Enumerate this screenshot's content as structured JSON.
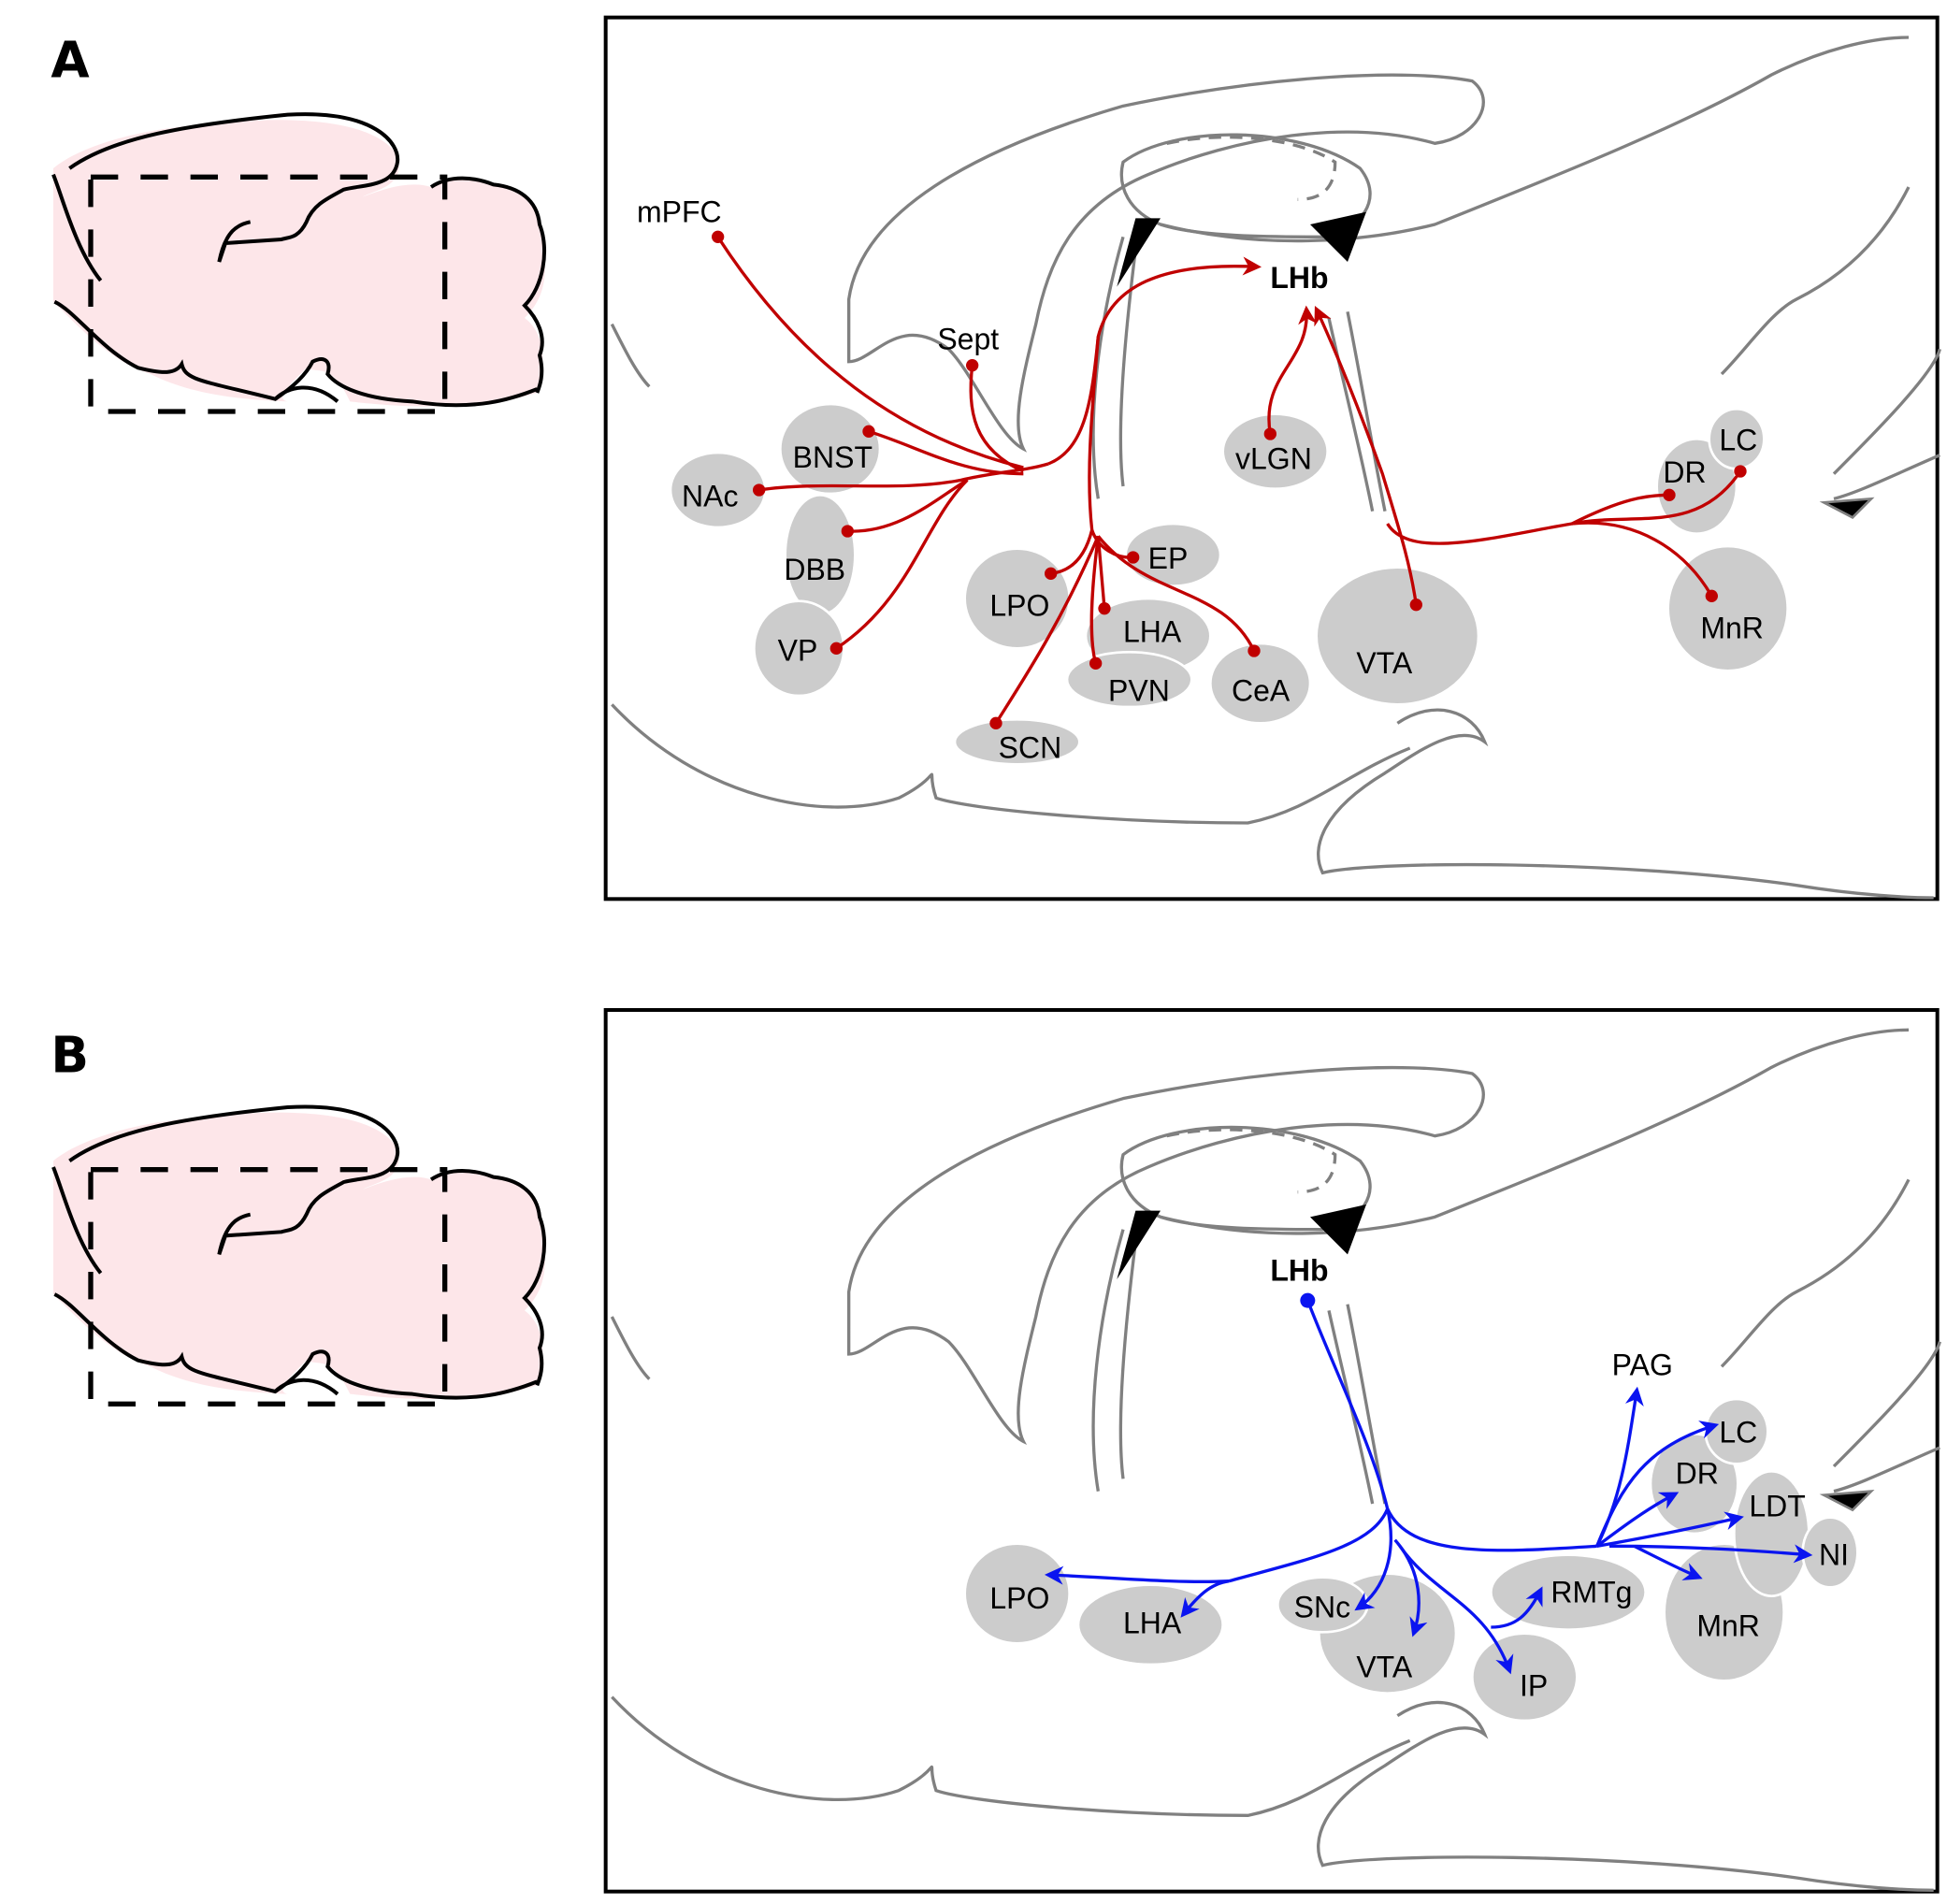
{
  "colors": {
    "afferent": "#c00000",
    "efferent": "#0a14f0",
    "region_fill": "#cccccc",
    "brain_fill": "#fde6e9",
    "outline": "#808080"
  },
  "panels": [
    {
      "label": "A",
      "target": "LHb",
      "direction": "inputs to LHb",
      "unlabeled_regions": [],
      "regions": [
        "mPFC",
        "Sept",
        "BNST",
        "NAc",
        "DBB",
        "VP",
        "LPO",
        "EP",
        "LHA",
        "PVN",
        "CeA",
        "SCN",
        "vLGN",
        "VTA",
        "DR",
        "LC",
        "MnR"
      ]
    },
    {
      "label": "B",
      "target": "LHb",
      "direction": "outputs from LHb",
      "regions": [
        "LPO",
        "LHA",
        "SNc",
        "VTA",
        "IP",
        "RMTg",
        "PAG",
        "LC",
        "DR",
        "LDT",
        "NI",
        "MnR"
      ]
    }
  ],
  "labels": {
    "a": {
      "mPFC": "mPFC",
      "Sept": "Sept",
      "BNST": "BNST",
      "NAc": "NAc",
      "DBB": "DBB",
      "VP": "VP",
      "LPO": "LPO",
      "EP": "EP",
      "LHA": "LHA",
      "PVN": "PVN",
      "CeA": "CeA",
      "SCN": "SCN",
      "vLGN": "vLGN",
      "VTA": "VTA",
      "DR": "DR",
      "LC": "LC",
      "MnR": "MnR",
      "LHb": "LHb"
    },
    "b": {
      "LPO": "LPO",
      "LHA": "LHA",
      "SNc": "SNc",
      "VTA": "VTA",
      "IP": "IP",
      "RMTg": "RMTg",
      "PAG": "PAG",
      "LC": "LC",
      "DR": "DR",
      "LDT": "LDT",
      "NI": "NI",
      "MnR": "MnR",
      "LHb": "LHb"
    }
  }
}
